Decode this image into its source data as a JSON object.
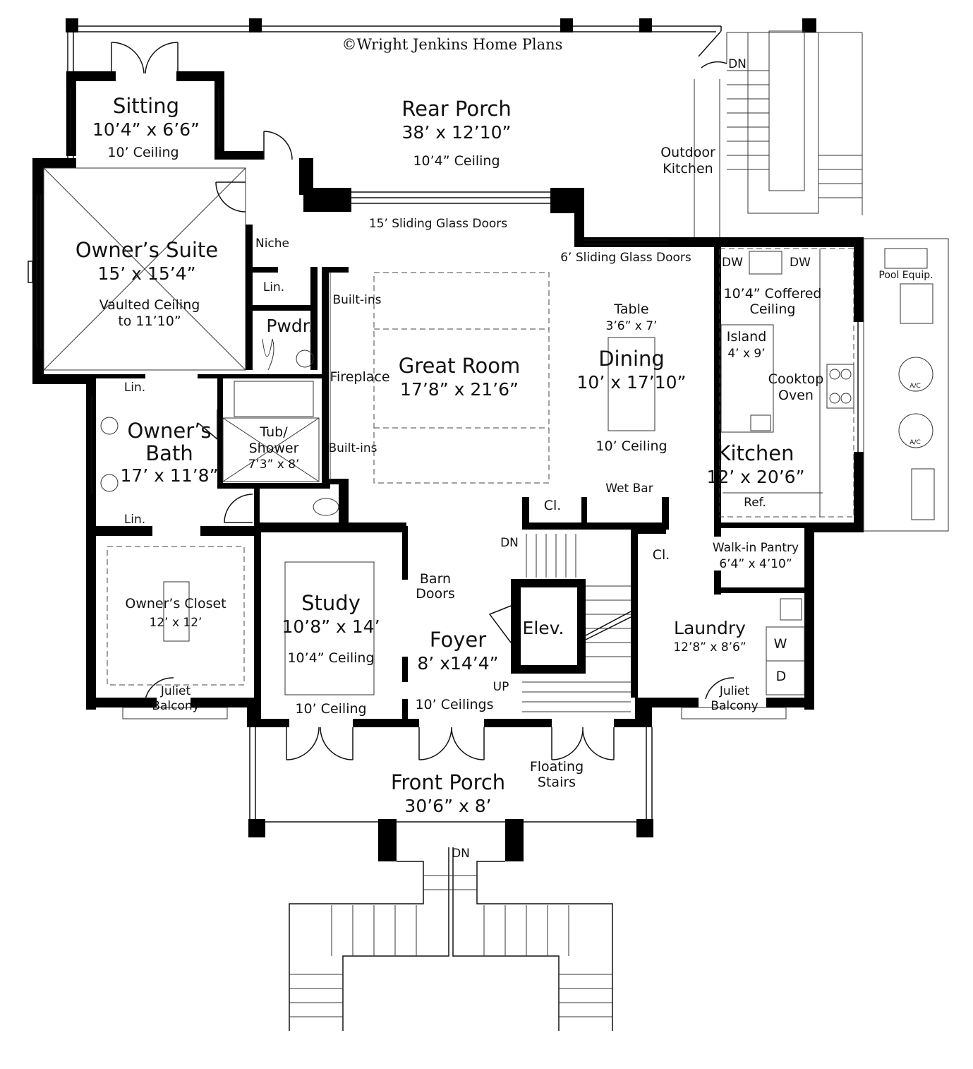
{
  "copyright": "©Wright Jenkins Home Plans",
  "rooms": {
    "sitting": {
      "name": "Sitting",
      "size": "10’4” x 6’6”",
      "ceiling": "10’ Ceiling"
    },
    "rear_porch": {
      "name": "Rear Porch",
      "size": "38’ x 12’10”",
      "ceiling": "10’4” Ceiling"
    },
    "owners_suite": {
      "name": "Owner’s Suite",
      "size": "15’ x 15’4”",
      "ceiling_1": "Vaulted Ceiling",
      "ceiling_2": "to 11’10”"
    },
    "great_room": {
      "name": "Great Room",
      "size": "17’8” x 21’6”"
    },
    "dining": {
      "name": "Dining",
      "size": "10’ x 17’10”",
      "ceiling": "10’ Ceiling"
    },
    "kitchen": {
      "name": "Kitchen",
      "size": "12’ x 20’6”",
      "ceiling_1": "10’4” Coffered",
      "ceiling_2": "Ceiling"
    },
    "owners_bath": {
      "name_1": "Owner’s",
      "name_2": "Bath",
      "size": "17’ x 11’8”"
    },
    "owners_closet": {
      "name": "Owner’s Closet",
      "size": "12’ x 12’"
    },
    "study": {
      "name": "Study",
      "size": "10’8” x 14’",
      "ceiling_1": "10’4” Ceiling",
      "ceiling_2": "10’ Ceiling"
    },
    "foyer": {
      "name": "Foyer",
      "size": "8’ x14’4”",
      "ceiling": "10’ Ceilings"
    },
    "laundry": {
      "name": "Laundry",
      "size": "12’8” x 8’6”"
    },
    "front_porch": {
      "name": "Front Porch",
      "size": "30’6” x 8’"
    },
    "walk_in_pantry": {
      "name": "Walk-in Pantry",
      "size": "6’4” x 4’10”"
    },
    "elevator": {
      "name": "Elev."
    },
    "powder": {
      "name": "Pwdr."
    }
  },
  "features": {
    "outdoor_kitchen_1": "Outdoor",
    "outdoor_kitchen_2": "Kitchen",
    "sliding_15": "15’ Sliding Glass Doors",
    "sliding_6": "6’ Sliding Glass Doors",
    "niche": "Niche",
    "linen": "Lin.",
    "builtins": "Built-ins",
    "fireplace": "Fireplace",
    "table_1": "Table",
    "table_2": "3’6” x 7’",
    "island_1": "Island",
    "island_2": "4’ x 9’",
    "cooktop_1": "Cooktop",
    "cooktop_2": "Oven",
    "dw": "DW",
    "pool_equip": "Pool Equip.",
    "ac": "A/C",
    "ref": "Ref.",
    "tub_1": "Tub/",
    "tub_2": "Shower",
    "tub_3": "7’3” x 8’",
    "closet": "Cl.",
    "wet_bar": "Wet Bar",
    "barn_1": "Barn",
    "barn_2": "Doors",
    "juliet_1": "Juliet",
    "juliet_2": "Balcony",
    "floating_1": "Floating",
    "floating_2": "Stairs",
    "dn": "DN",
    "up": "UP",
    "washer": "W",
    "dryer": "D"
  }
}
